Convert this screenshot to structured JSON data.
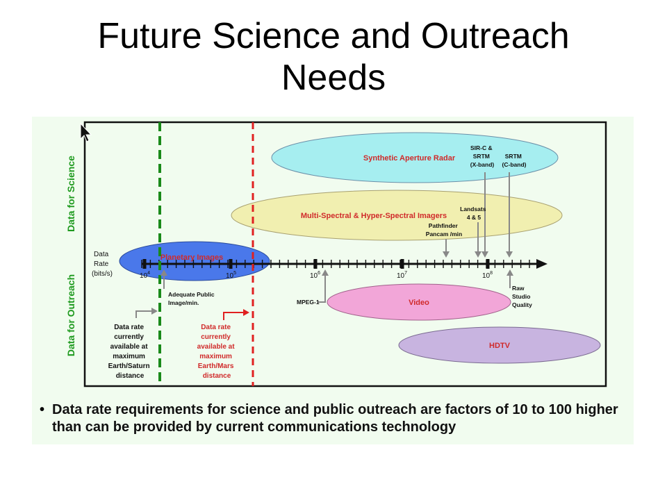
{
  "slide": {
    "title_line1": "Future Science and Outreach",
    "title_line2": "Needs",
    "bullet_symbol": "•",
    "bullet_text": "Data rate requirements for science and public outreach are factors of 10 to 100 higher than can be provided by current communications technology"
  },
  "diagram": {
    "side_labels": {
      "science": "Data for Science",
      "outreach": "Data for Outreach"
    },
    "axis_title": [
      "Data",
      "Rate",
      "(bits/s)"
    ],
    "tick_labels": [
      {
        "base": "10",
        "exp": "4"
      },
      {
        "base": "10",
        "exp": "5"
      },
      {
        "base": "10",
        "exp": "6"
      },
      {
        "base": "10",
        "exp": "7"
      },
      {
        "base": "10",
        "exp": "8"
      }
    ],
    "ellipses": {
      "sar": "Synthetic Aperture Radar",
      "multispectral": "Multi-Spectral & Hyper-Spectral Imagers",
      "planetary": "Planetary Images",
      "video": "Video",
      "hdtv": "HDTV"
    },
    "annotations": {
      "sirc": [
        "SIR-C &",
        "SRTM",
        "(X-band)"
      ],
      "srtm": [
        "SRTM",
        "(C-band)"
      ],
      "landsats": [
        "Landsats",
        "4 & 5"
      ],
      "pathfinder": [
        "Pathfinder",
        "Pancam /min"
      ],
      "mpeg": "MPEG-1",
      "raw_studio": [
        "Raw",
        "Studio",
        "Quality"
      ],
      "adequate": [
        "Adequate Public",
        "Image/min."
      ],
      "saturn_note": [
        "Data rate",
        "currently",
        "available at",
        "maximum",
        "Earth/Saturn",
        "distance"
      ],
      "mars_note": [
        "Data rate",
        "currently",
        "available at",
        "maximum",
        "Earth/Mars",
        "distance"
      ]
    },
    "colors": {
      "saturn_line": "#1a8a1a",
      "mars_line": "#e02020",
      "sar_fill": "#a6eef0",
      "multispectral_fill": "#f1efb0",
      "planetary_fill": "#4a78ea",
      "video_fill": "#f2a6d8",
      "hdtv_fill": "#c8b4e0",
      "ellipse_text": "#d02a2a",
      "science_label": "#1f9a1f"
    }
  }
}
